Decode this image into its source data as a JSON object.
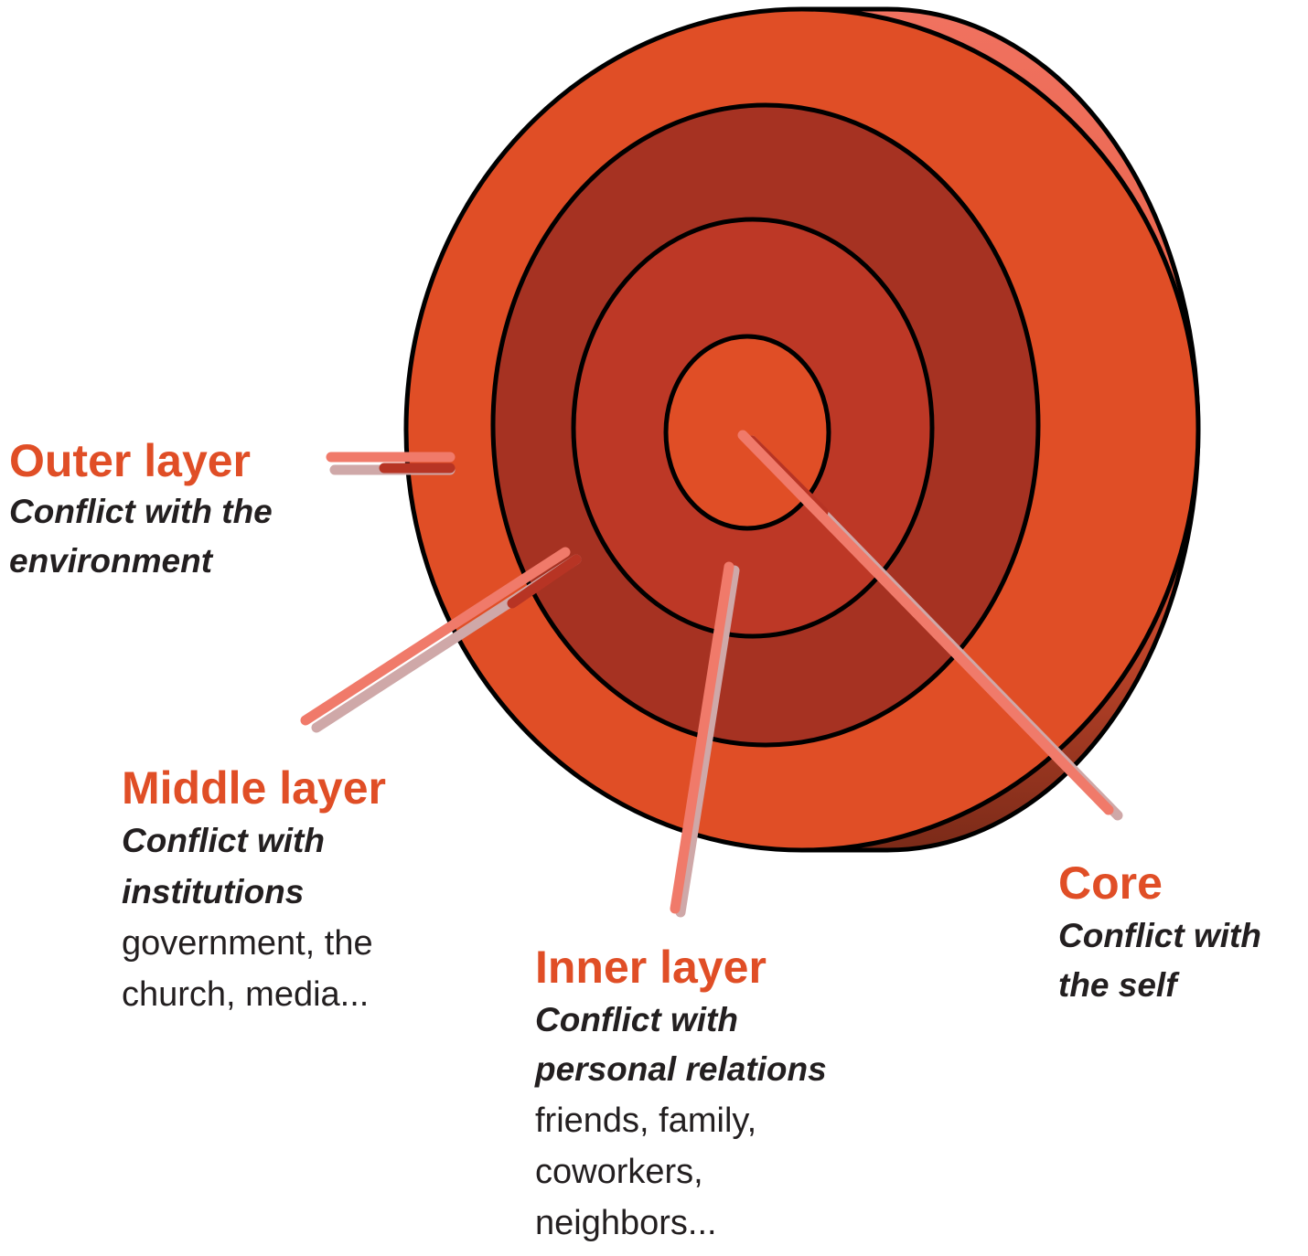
{
  "colors": {
    "title": "#e04e26",
    "text": "#231f20",
    "ring_outer": "#e04e26",
    "ring_middle": "#a63222",
    "ring_inner": "#bd3826",
    "ring_core": "#e04e26",
    "side_light": "#f07260",
    "side_dark": "#7a2a18",
    "pointer": "#f07a6a",
    "pointer_shadow": "#cfa8a8"
  },
  "labels": {
    "outer": {
      "title": "Outer layer",
      "subtitle_1": "Conflict with the",
      "subtitle_2": "environment"
    },
    "middle": {
      "title": "Middle layer",
      "subtitle_1": "Conflict with",
      "subtitle_2": "institutions",
      "detail_1": "government, the",
      "detail_2": "church, media..."
    },
    "inner": {
      "title": "Inner layer",
      "subtitle_1": "Conflict with",
      "subtitle_2": "personal relations",
      "detail_1": "friends, family,",
      "detail_2": "coworkers,",
      "detail_3": "neighbors..."
    },
    "core": {
      "title": "Core",
      "subtitle_1": "Conflict with",
      "subtitle_2": "the self"
    }
  }
}
